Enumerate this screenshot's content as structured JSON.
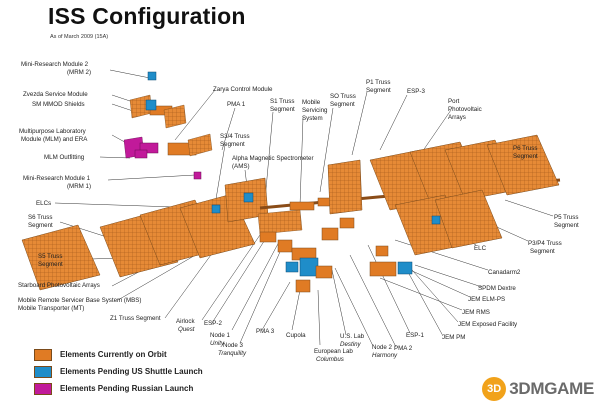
{
  "title": "ISS Configuration",
  "subtitle": "As of March 2009 (15A)",
  "colors": {
    "orbit": "#e07b24",
    "us_shuttle": "#1f8dc9",
    "russian": "#c11a9a",
    "leader": "#333333"
  },
  "labels": {
    "mrm2": "Mini-Research Module 2",
    "mrm2_b": "(MRM 2)",
    "zvezda": "Zvezda Service Module",
    "smmmod": "SM MMOD Shields",
    "mlm": "Multipurpose Laboratory",
    "mlm_b": "Module (MLM) and ERA",
    "mlm_outfitting": "MLM Outfitting",
    "mrm1": "Mini-Research Module 1",
    "mrm1_b": "(MRM 1)",
    "elcs": "ELCs",
    "s6": "S6 Truss",
    "s6_b": "Segment",
    "s5": "S5 Truss",
    "s5_b": "Segment",
    "starboard_pv": "Starboard Photovoltaic Arrays",
    "mbs": "Mobile Remote Servicer Base System (MBS)",
    "mbs_b": "Mobile Transporter (MT)",
    "z1": "Z1 Truss Segment",
    "airlock": "Airlock",
    "airlock_b": "Quest",
    "esp2": "ESP-2",
    "node1": "Node 1",
    "node1_b": "Unity",
    "node3": "Node 3",
    "node3_b": "Tranquility",
    "pma3": "PMA 3",
    "cupola": "Cupola",
    "european_lab": "European Lab",
    "european_lab_b": "Columbus",
    "us_lab": "U.S. Lab",
    "us_lab_b": "Destiny",
    "node2": "Node 2",
    "node2_b": "Harmony",
    "pma2": "PMA 2",
    "esp1": "ESP-1",
    "jem_pm": "JEM PM",
    "jem_ef": "JEM Exposed Facility",
    "jem_rms": "JEM RMS",
    "jem_elmps": "JEM ELM-PS",
    "spdm": "SPDM Dextre",
    "canadarm2": "Canadarm2",
    "elc": "ELC",
    "p3p4": "P3/P4 Truss",
    "p3p4_b": "Segment",
    "p5": "P5 Truss",
    "p5_b": "Segment",
    "p6": "P6 Truss",
    "p6_b": "Segment",
    "port_pv": "Port",
    "port_pv_b": "Photovoltaic",
    "port_pv_c": "Arrays",
    "esp3": "ESP-3",
    "p1": "P1 Truss",
    "p1_b": "Segment",
    "s0": "SO Truss",
    "s0_b": "Segment",
    "mss": "Mobile",
    "mss_b": "Servicing",
    "mss_c": "System",
    "s1": "S1 Truss",
    "s1_b": "Segment",
    "pma1": "PMA 1",
    "zarya": "Zarya Control Module",
    "s3s4": "S3/4 Truss",
    "s3s4_b": "Segment",
    "ams": "Alpha Magnetic Spectrometer",
    "ams_b": "(AMS)"
  },
  "legend": [
    {
      "label": "Elements Currently on Orbit",
      "color": "#e07b24"
    },
    {
      "label": "Elements Pending US Shuttle Launch",
      "color": "#1f8dc9"
    },
    {
      "label": "Elements Pending Russian Launch",
      "color": "#c11a9a"
    }
  ],
  "watermark": {
    "circle": "3D",
    "text": "3DMGAME"
  }
}
